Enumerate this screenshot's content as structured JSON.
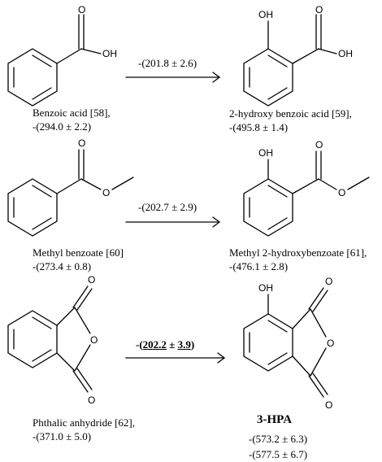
{
  "atoms": {
    "oxygen": "O",
    "hydroxyl_right": "OH",
    "hydroxyl_left": "OH"
  },
  "reactions": [
    {
      "reactant": {
        "name": "Benzoic acid [58],",
        "value": "-(294.0 ± 2.2)"
      },
      "arrow_label": "-(201.8 ± 2.6)",
      "product": {
        "name": "2-hydroxy benzoic acid [59],",
        "value": "-(495.8 ± 1.4)"
      }
    },
    {
      "reactant": {
        "name": "Methyl benzoate [60]",
        "value": "-(273.4 ± 0.8)"
      },
      "arrow_label": "-(202.7 ± 2.9)",
      "product": {
        "name": "Methyl 2-hydroxybenzoate [61],",
        "value": "-(476.1 ± 2.8)"
      }
    },
    {
      "reactant": {
        "name": "Phthalic anhydride [62],",
        "value": "-(371.0 ± 5.0)"
      },
      "arrow_label": {
        "prefix": "-(",
        "main": "202.2",
        "pm": " ± ",
        "err": "3.9",
        "suffix": ")"
      },
      "product": {
        "name": "3-HPA",
        "value_1": "-(573.2 ± 6.3)",
        "value_2": "-(577.5 ± 6.7)"
      }
    }
  ]
}
